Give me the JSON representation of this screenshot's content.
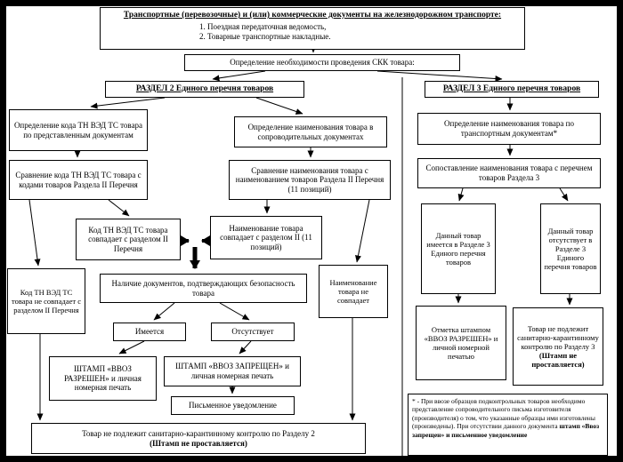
{
  "colors": {
    "line": "#000000",
    "background": "#ffffff",
    "frame": "#000000"
  },
  "top_box": {
    "title": "Транспортные (перевозочные) и (или) коммерческие документы на железнодорожном транспорте:",
    "items": [
      "1.  Поездная передаточная ведомость,",
      "2.  Товарные транспортные накладные."
    ]
  },
  "skk": {
    "label": "Определение необходимости проведения СКК товара:"
  },
  "section2": {
    "header": "РАЗДЕЛ 2 Единого перечня товаров",
    "define_code": "Определение кода ТН ВЭД ТС товара по представленным документам",
    "define_name": "Определение наименования товара в сопроводительных документах",
    "compare_code": "Сравнение кода ТН ВЭД ТС товара с кодами товаров Раздела II Перечня",
    "compare_name": "Сравнение наименования товара с наименованием товаров Раздела II Перечня    (11 позиций)",
    "code_match": "Код ТН ВЭД ТС товара совпадает с разделом II Перечня",
    "name_match": "Наименование товара совпадает с разделом II (11 позиций)",
    "code_no_match": "Код ТН ВЭД ТС товара не совпадает с разделом II Перечня",
    "docs_check": "Наличие документов, подтверждающих безопасность товара",
    "name_no_match": "Наименование товара не совпадает",
    "present": "Имеется",
    "absent": "Отсутствует",
    "stamp_allowed": "ШТАМП «ВВОЗ РАЗРЕШЕН» и личная номерная печать",
    "stamp_denied": "ШТАМП  «ВВОЗ ЗАПРЕЩЕН» и личная номерная печать",
    "written_notice": "Письменное уведомление",
    "no_control": "Товар не подлежит санитарно-карантинному контролю по Разделу 2",
    "no_control_bold": "(Штамп не проставляется)"
  },
  "section3": {
    "header": "РАЗДЕЛ 3 Единого перечня товаров",
    "define_name": "Определение наименования товара по транспортным документам*",
    "compare_name": "Сопоставление наименования товара с перечнем товаров Раздела 3",
    "in_list": "Данный товар имеется в Разделе 3 Единого перечня товаров",
    "not_in_list": "Данный товар отсутствует в Разделе 3 Единого перечня товаров",
    "stamp_allowed": "Отметка штампом «ВВОЗ РАЗРЕШЕН» и личной номерной печатью",
    "no_control": "Товар не подлежит санитарно-карантинному контролю по Разделу 3",
    "no_control_bold": "(Штамп не проставляется)"
  },
  "footnote": {
    "text": "* - При ввозе образцов подконтрольных товаров необходимо представление сопроводительного письма изготовителя (производителя) о том, что указанные образцы ими изготовлены (произведены). При отсутствии данного документа",
    "bold": "штамп «Ввоз запрещен» и письменное уведомление"
  }
}
